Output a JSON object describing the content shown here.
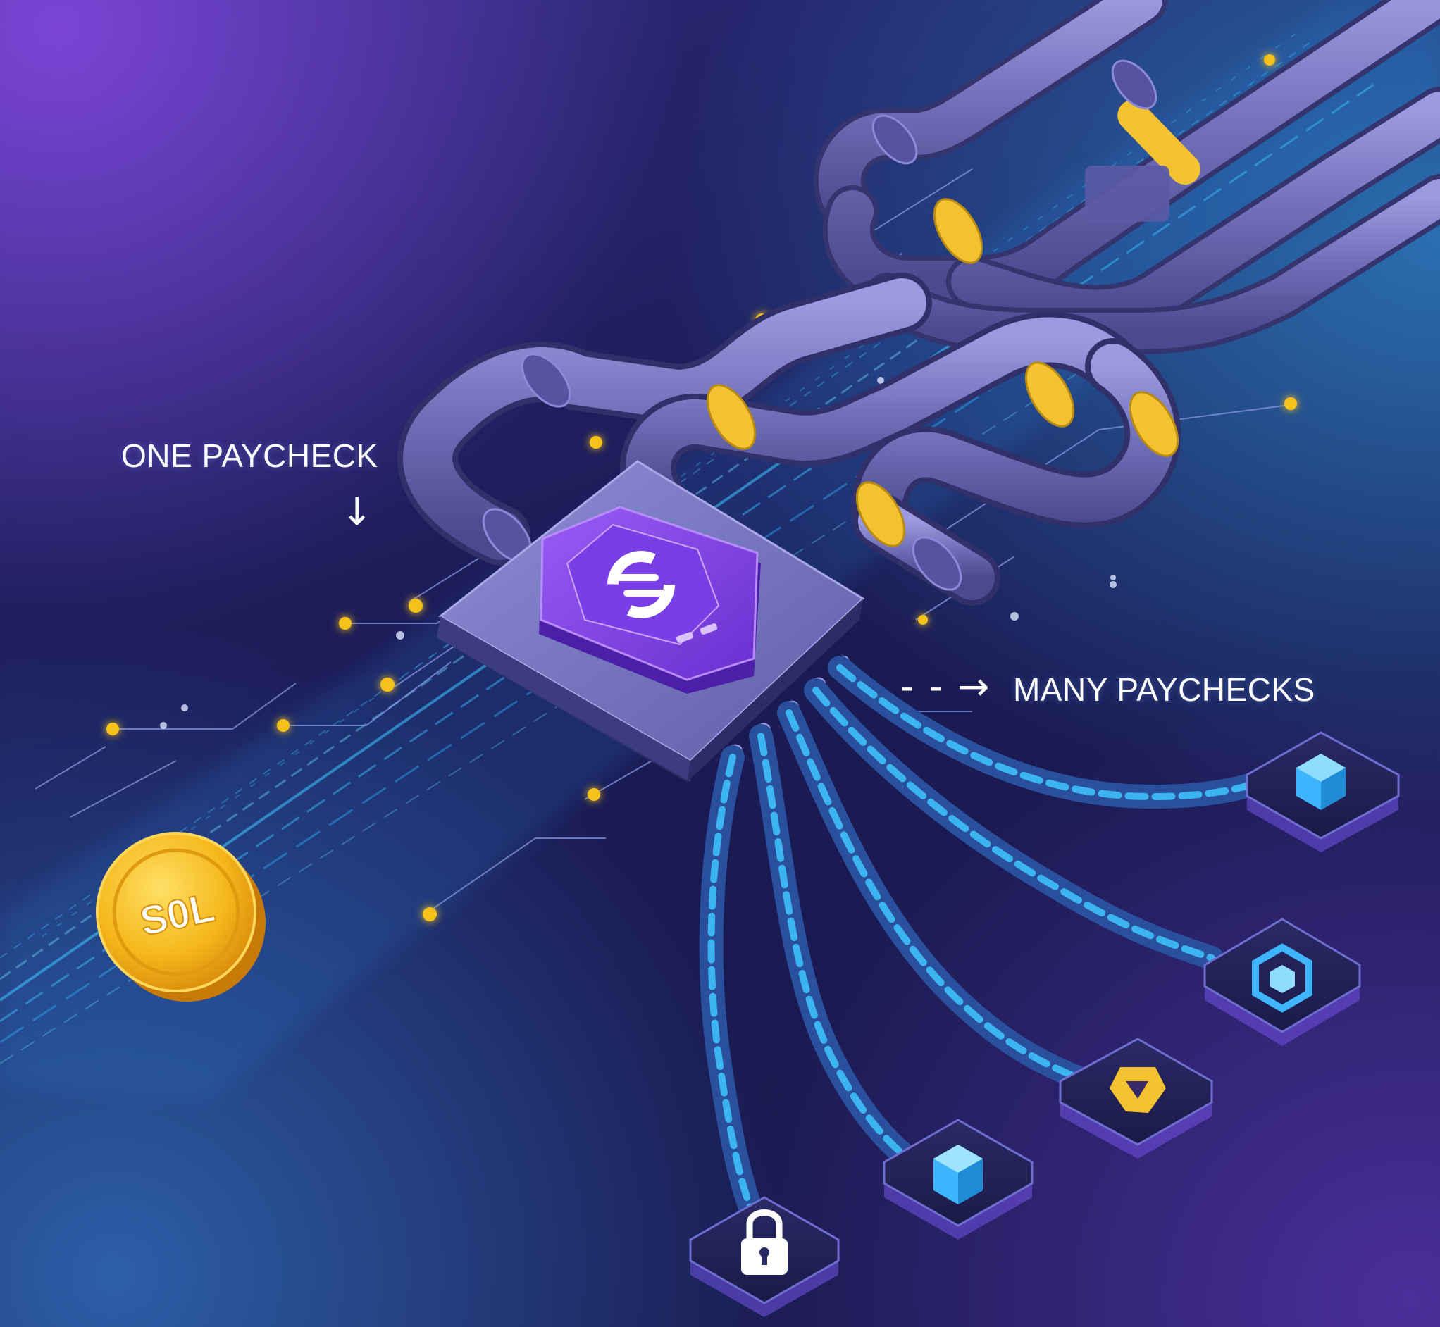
{
  "labels": {
    "one_paycheck": "ONE PAYCHECK",
    "many_paychecks": "MANY PAYCHECKS",
    "down_arrow": "↓",
    "right_arrow": "- - →"
  },
  "coin": {
    "text": "S0L",
    "icon": "sol-coin-icon"
  },
  "hub": {
    "icon": "split-router-icon"
  },
  "destinations": [
    {
      "icon": "cube-icon"
    },
    {
      "icon": "hexagon-block-icon"
    },
    {
      "icon": "gold-emblem-icon"
    },
    {
      "icon": "crystal-block-icon"
    },
    {
      "icon": "padlock-icon"
    }
  ],
  "colors": {
    "background": "#1c1c52",
    "accent_purple": "#7b3fe4",
    "pipe": "#6f6fb8",
    "ring_gold": "#f2c230",
    "stream_cyan": "#3fc6ff",
    "coin_gold": "#f5b81c"
  }
}
